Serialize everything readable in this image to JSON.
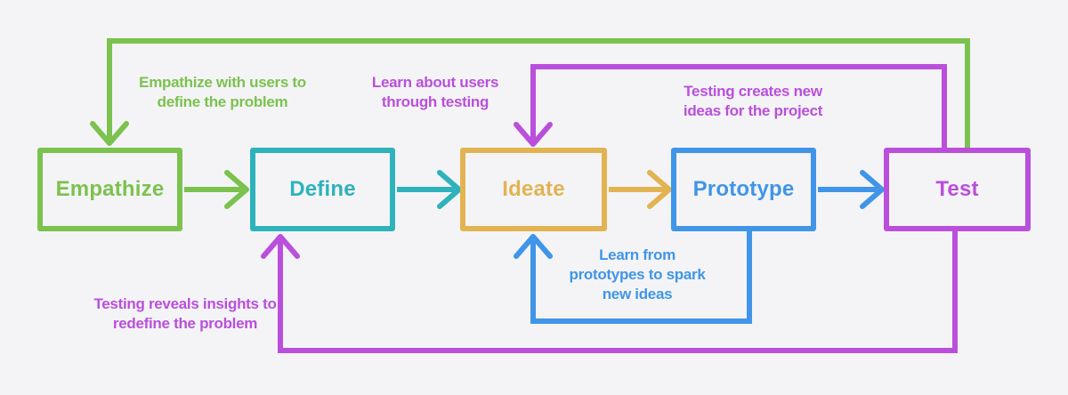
{
  "colors": {
    "background": "#f4f4f6",
    "green": "#7bc24e",
    "teal": "#2eb2bc",
    "gold": "#e2b353",
    "blue": "#4095e8",
    "purple": "#ba4fdc"
  },
  "stages": [
    {
      "id": "empathize",
      "label": "Empathize",
      "color": "green"
    },
    {
      "id": "define",
      "label": "Define",
      "color": "teal"
    },
    {
      "id": "ideate",
      "label": "Ideate",
      "color": "gold"
    },
    {
      "id": "prototype",
      "label": "Prototype",
      "color": "blue"
    },
    {
      "id": "test",
      "label": "Test",
      "color": "purple"
    }
  ],
  "flow_arrows": [
    {
      "id": "empathize-to-define",
      "from": "Empathize",
      "to": "Define",
      "color": "green"
    },
    {
      "id": "define-to-ideate",
      "from": "Define",
      "to": "Ideate",
      "color": "teal"
    },
    {
      "id": "ideate-to-prototype",
      "from": "Ideate",
      "to": "Prototype",
      "color": "gold"
    },
    {
      "id": "prototype-to-test",
      "from": "Prototype",
      "to": "Test",
      "color": "blue"
    }
  ],
  "feedback_loops": [
    {
      "id": "test-to-empathize",
      "from": "Test",
      "to": "Empathize",
      "color": "green",
      "position": "top"
    },
    {
      "id": "test-to-ideate",
      "from": "Test",
      "to": "Ideate",
      "color": "purple",
      "position": "top"
    },
    {
      "id": "prototype-to-ideate",
      "from": "Prototype",
      "to": "Ideate",
      "color": "blue",
      "position": "bottom"
    },
    {
      "id": "test-to-define",
      "from": "Test",
      "to": "Define",
      "color": "purple",
      "position": "bottom"
    }
  ],
  "annotations": [
    {
      "id": "empathize-loop-note",
      "loop": "test-to-empathize",
      "color": "green",
      "lines": [
        "Empathize with users to",
        "define the problem"
      ]
    },
    {
      "id": "learn-users-note",
      "loop": "test-to-ideate",
      "color": "purple",
      "lines": [
        "Learn about users",
        "through testing"
      ]
    },
    {
      "id": "new-ideas-note",
      "loop": "test-to-ideate",
      "color": "purple",
      "lines": [
        "Testing creates new",
        "ideas for the project"
      ]
    },
    {
      "id": "prototype-loop-note",
      "loop": "prototype-to-ideate",
      "color": "blue",
      "lines": [
        "Learn from",
        "prototypes to spark",
        "new ideas"
      ]
    },
    {
      "id": "redefine-note",
      "loop": "test-to-define",
      "color": "purple",
      "lines": [
        "Testing reveals insights to",
        "redefine the problem"
      ]
    }
  ]
}
